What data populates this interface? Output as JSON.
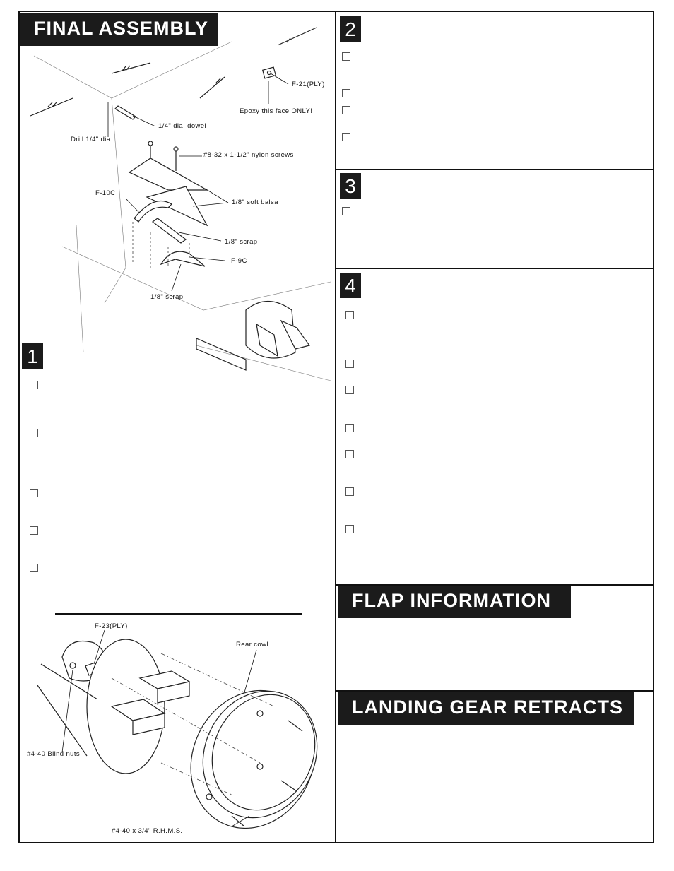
{
  "headers": {
    "final_assembly": "FINAL ASSEMBLY",
    "flap_information": "FLAP INFORMATION",
    "landing_gear_retracts": "LANDING GEAR RETRACTS"
  },
  "steps": [
    "1",
    "2",
    "3",
    "4"
  ],
  "diagram_top": {
    "labels": {
      "f21": "F-21(PLY)",
      "epoxy": "Epoxy this face ONLY!",
      "dowel": "1/4\" dia. dowel",
      "drill": "Drill 1/4\" dia.",
      "screws": "#8-32 x 1-1/2\" nylon screws",
      "f10c": "F-10C",
      "soft_balsa": "1/8\" soft balsa",
      "scrap1": "1/8\" scrap",
      "f9c": "F-9C",
      "scrap2": "1/8\" scrap"
    }
  },
  "diagram_bottom": {
    "labels": {
      "f23": "F-23(PLY)",
      "rear_cowl": "Rear cowl",
      "blind_nuts": "#4-40 Blind nuts",
      "rhms": "#4-40 x 3/4\" R.H.M.S."
    }
  }
}
